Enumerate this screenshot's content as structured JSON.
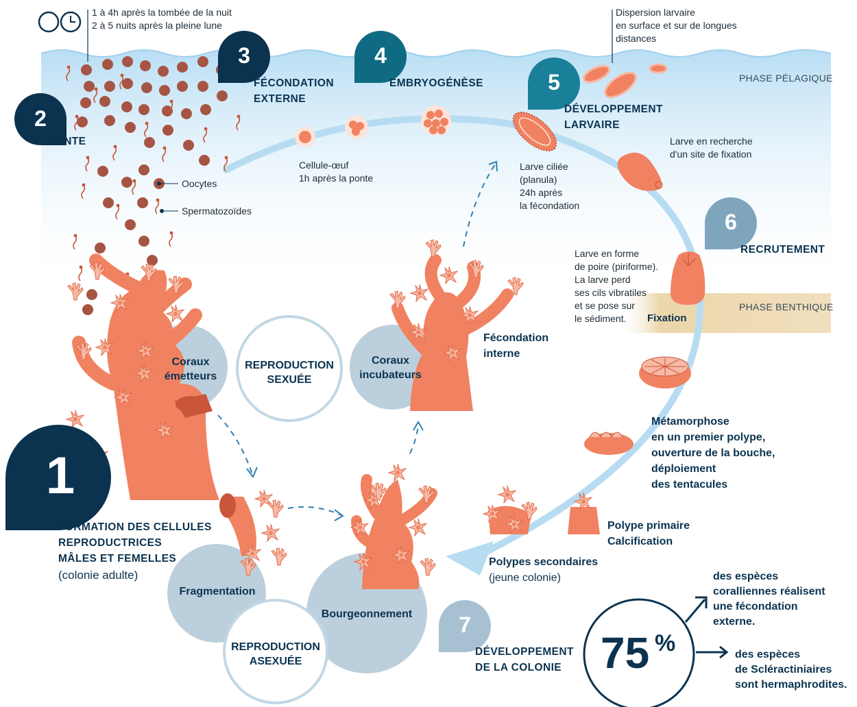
{
  "timing": {
    "line1": "1 à 4h après la tombée de la nuit",
    "line2": "2 à 5 nuits après la pleine lune"
  },
  "phases": {
    "pelagic": "PHASE PÉLAGIQUE",
    "benthic": "PHASE BENTHIQUE"
  },
  "steps": [
    {
      "num": "1",
      "title_lines": [
        "FORMATION DES CELLULES",
        "REPRODUCTRICES",
        "MÂLES ET FEMELLES"
      ],
      "subtitle": "(colonie adulte)",
      "color": "#0b3350"
    },
    {
      "num": "2",
      "title": "PONTE",
      "color": "#0b3350"
    },
    {
      "num": "3",
      "title_lines": [
        "FÉCONDATION",
        "EXTERNE"
      ],
      "color": "#0b3350"
    },
    {
      "num": "4",
      "title": "EMBRYOGÉNÈSE",
      "color": "#0e6b82"
    },
    {
      "num": "5",
      "title_lines": [
        "DÉVELOPPEMENT",
        "LARVAIRE"
      ],
      "color": "#1a7f98"
    },
    {
      "num": "6",
      "title": "RECRUTEMENT",
      "color": "#7fa5bd"
    },
    {
      "num": "7",
      "title_lines": [
        "DÉVELOPPEMENT",
        "DE LA COLONIE"
      ],
      "color": "#a7c1d2"
    }
  ],
  "labels": {
    "oocytes": "Oocytes",
    "sperm": "Spermatozoïdes",
    "egg_cell": [
      "Cellule-œuf",
      "1h après la ponte"
    ],
    "dispersal": [
      "Dispersion larvaire",
      "en surface et sur de longues",
      "distances"
    ],
    "planula": [
      "Larve ciliée",
      "(planula)",
      "24h après",
      "la fécondation"
    ],
    "search": [
      "Larve en recherche",
      "d'un site de fixation"
    ],
    "pear_larva": [
      "Larve en forme",
      "de poire (piriforme).",
      "La larve perd",
      "ses cils vibratiles",
      "et se pose sur",
      "le sédiment."
    ],
    "fixation": "Fixation",
    "metamorphosis": [
      "Métamorphose",
      "en un premier polype,",
      "ouverture de la bouche,",
      "déploiement",
      "des tentacules"
    ],
    "primary_polyp": [
      "Polype primaire",
      "Calcification"
    ],
    "secondary_polyps": [
      "Polypes secondaires",
      "(jeune colonie)"
    ],
    "internal_fertilization": [
      "Fécondation",
      "interne"
    ]
  },
  "circles": {
    "spawners": [
      "Coraux",
      "émetteurs"
    ],
    "sexual": [
      "REPRODUCTION",
      "SEXUÉE"
    ],
    "brooders": [
      "Coraux",
      "incubateurs"
    ],
    "fragmentation": "Fragmentation",
    "budding": "Bourgeonnement",
    "asexual": [
      "REPRODUCTION",
      "ASEXUÉE"
    ]
  },
  "stat": {
    "value": "75",
    "unit": "%",
    "note1": [
      "des espèces",
      "coralliennes réalisent",
      "une fécondation",
      "externe."
    ],
    "note2": [
      "des espèces",
      "de Scléractiniaires",
      "sont hermaphrodites."
    ]
  },
  "colors": {
    "coral": "#f08261",
    "coral_dark": "#c9553b",
    "polyp": "#f7b9a4",
    "egg": "#a65443",
    "water": "#cfe8f6",
    "sand": "#ecd9b4",
    "circle_fill": "#bccfdc",
    "ring": "#c3d7e4"
  }
}
